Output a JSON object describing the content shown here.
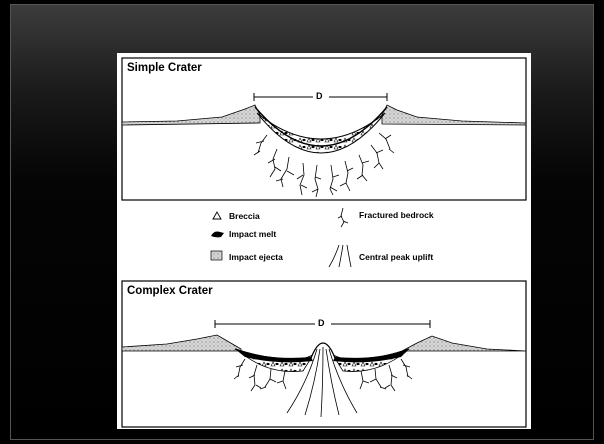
{
  "panels": {
    "simple": {
      "title": "Simple Crater",
      "diameter_label": "D"
    },
    "complex": {
      "title": "Complex Crater",
      "diameter_label": "D"
    }
  },
  "legend": {
    "breccia": "Breccia",
    "impact_melt": "Impact melt",
    "impact_ejecta": "Impact ejecta",
    "fractured_bedrock": "Fractured bedrock",
    "central_peak": "Central peak uplift"
  }
}
